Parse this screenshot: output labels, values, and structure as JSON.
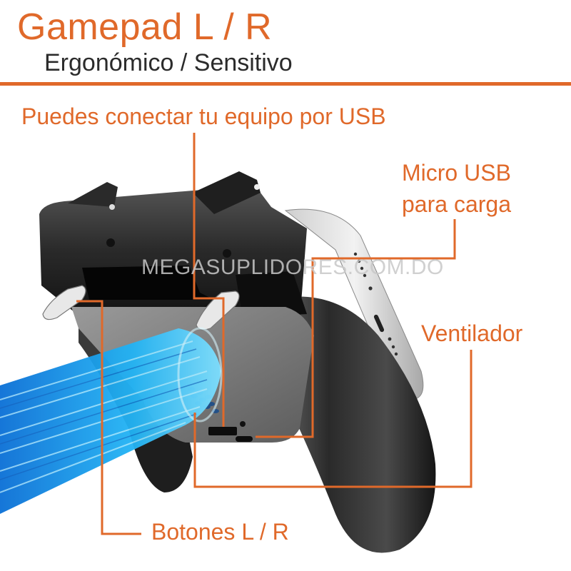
{
  "header": {
    "title": "Gamepad L / R",
    "subtitle": "Ergonómico / Sensitivo"
  },
  "callouts": {
    "usb_connect": "Puedes conectar tu equipo por USB",
    "micro_usb_line1": "Micro USB",
    "micro_usb_line2": "para carga",
    "fan": "Ventilador",
    "buttons": "Botones L / R"
  },
  "watermark": "MEGASUPLIDORES.COM.DO",
  "colors": {
    "accent": "#E0692A",
    "subtitle_text": "#2b2b2b",
    "fan_blue": "#1aa8f0",
    "body_dark": "#1c1c1c"
  },
  "product_image": {
    "subject": "mobile gamepad with cooling fan and L/R triggers holding a smartphone"
  }
}
